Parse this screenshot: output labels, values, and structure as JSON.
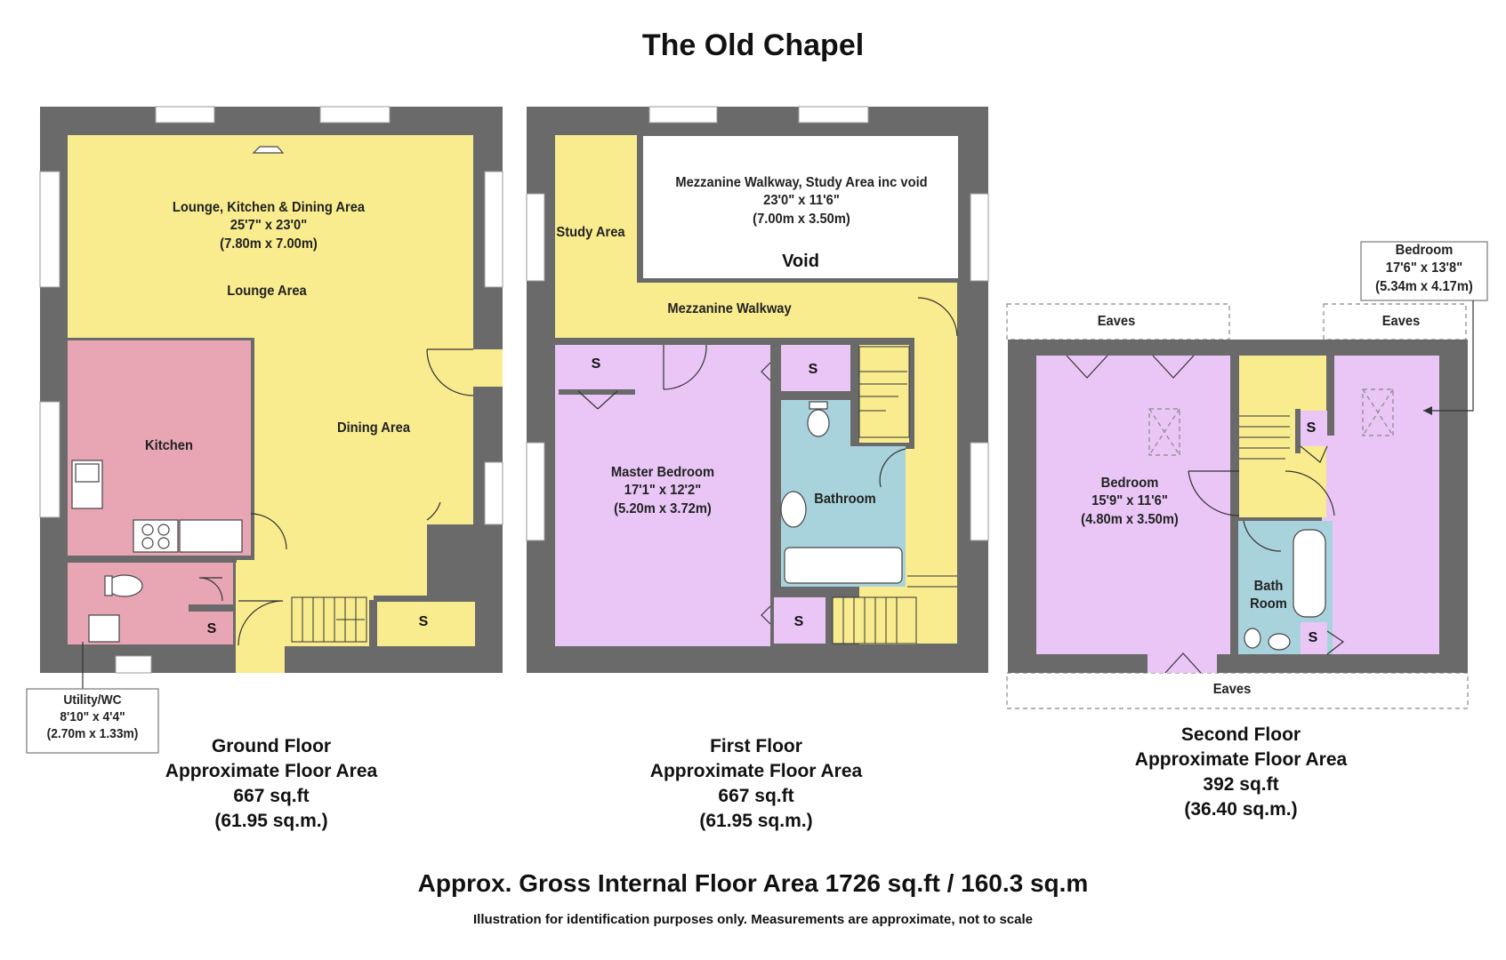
{
  "title": "The Old Chapel",
  "rooms": {
    "lounge_name": "Lounge, Kitchen & Dining Area",
    "lounge_imperial": "25'7\" x 23'0\"",
    "lounge_metric": "(7.80m x 7.00m)",
    "lounge_area": "Lounge Area",
    "kitchen": "Kitchen",
    "dining_area": "Dining Area",
    "utility_name": "Utility/WC",
    "utility_imperial": "8'10\" x 4'4\"",
    "utility_metric": "(2.70m x 1.33m)",
    "study_area": "Study Area",
    "mezz_name": "Mezzanine Walkway, Study Area inc void",
    "mezz_imperial": "23'0\" x 11'6\"",
    "mezz_metric": "(7.00m x 3.50m)",
    "void": "Void",
    "mezz_walkway": "Mezzanine Walkway",
    "master_name": "Master Bedroom",
    "master_imperial": "17'1\" x 12'2\"",
    "master_metric": "(5.20m x 3.72m)",
    "bathroom": "Bathroom",
    "bed2_name": "Bedroom",
    "bed2_imperial": "15'9\" x 11'6\"",
    "bed2_metric": "(4.80m x 3.50m)",
    "bed3_name": "Bedroom",
    "bed3_imperial": "17'6\" x 13'8\"",
    "bed3_metric": "(5.34m x 4.17m)",
    "bath_room_1": "Bath",
    "bath_room_2": "Room",
    "eaves": "Eaves",
    "storage": "S"
  },
  "floors": {
    "ground": {
      "name": "Ground Floor",
      "label": "Approximate Floor Area",
      "sqft": "667 sq.ft",
      "sqm": "(61.95 sq.m.)"
    },
    "first": {
      "name": "First Floor",
      "label": "Approximate Floor Area",
      "sqft": "667 sq.ft",
      "sqm": "(61.95 sq.m.)"
    },
    "second": {
      "name": "Second Floor",
      "label": "Approximate Floor Area",
      "sqft": "392 sq.ft",
      "sqm": "(36.40 sq.m.)"
    }
  },
  "gross_area": "Approx. Gross Internal Floor Area 1726 sq.ft / 160.3 sq.m",
  "disclaimer": "Illustration for identification purposes only. Measurements are approximate, not to scale",
  "colors": {
    "walls": "#6a6a6a",
    "living": "#f9ec8f",
    "kitchen_utility": "#e8a6b4",
    "bedrooms": "#e9c6f5",
    "bathrooms": "#a9d3dc"
  }
}
